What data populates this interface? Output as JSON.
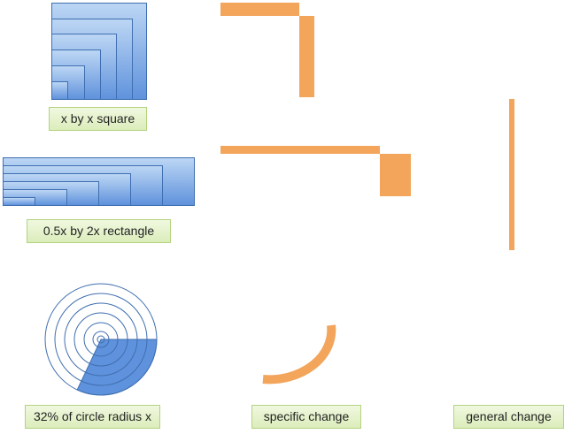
{
  "labels": {
    "square": "x by x square",
    "rectangle": "0.5x by 2x rectangle",
    "circle": "32% of circle radius x",
    "specific": "specific change",
    "general": "general change"
  },
  "quantities": {
    "circle_fraction": 0.32
  },
  "colors": {
    "blue": "#5f92dc",
    "blue_light": "#bcd6f4",
    "blue_line": "#3f6fb0",
    "orange": "#f2a55b",
    "label_fill": "#e6f2cf",
    "label_border": "#b4d27e"
  }
}
